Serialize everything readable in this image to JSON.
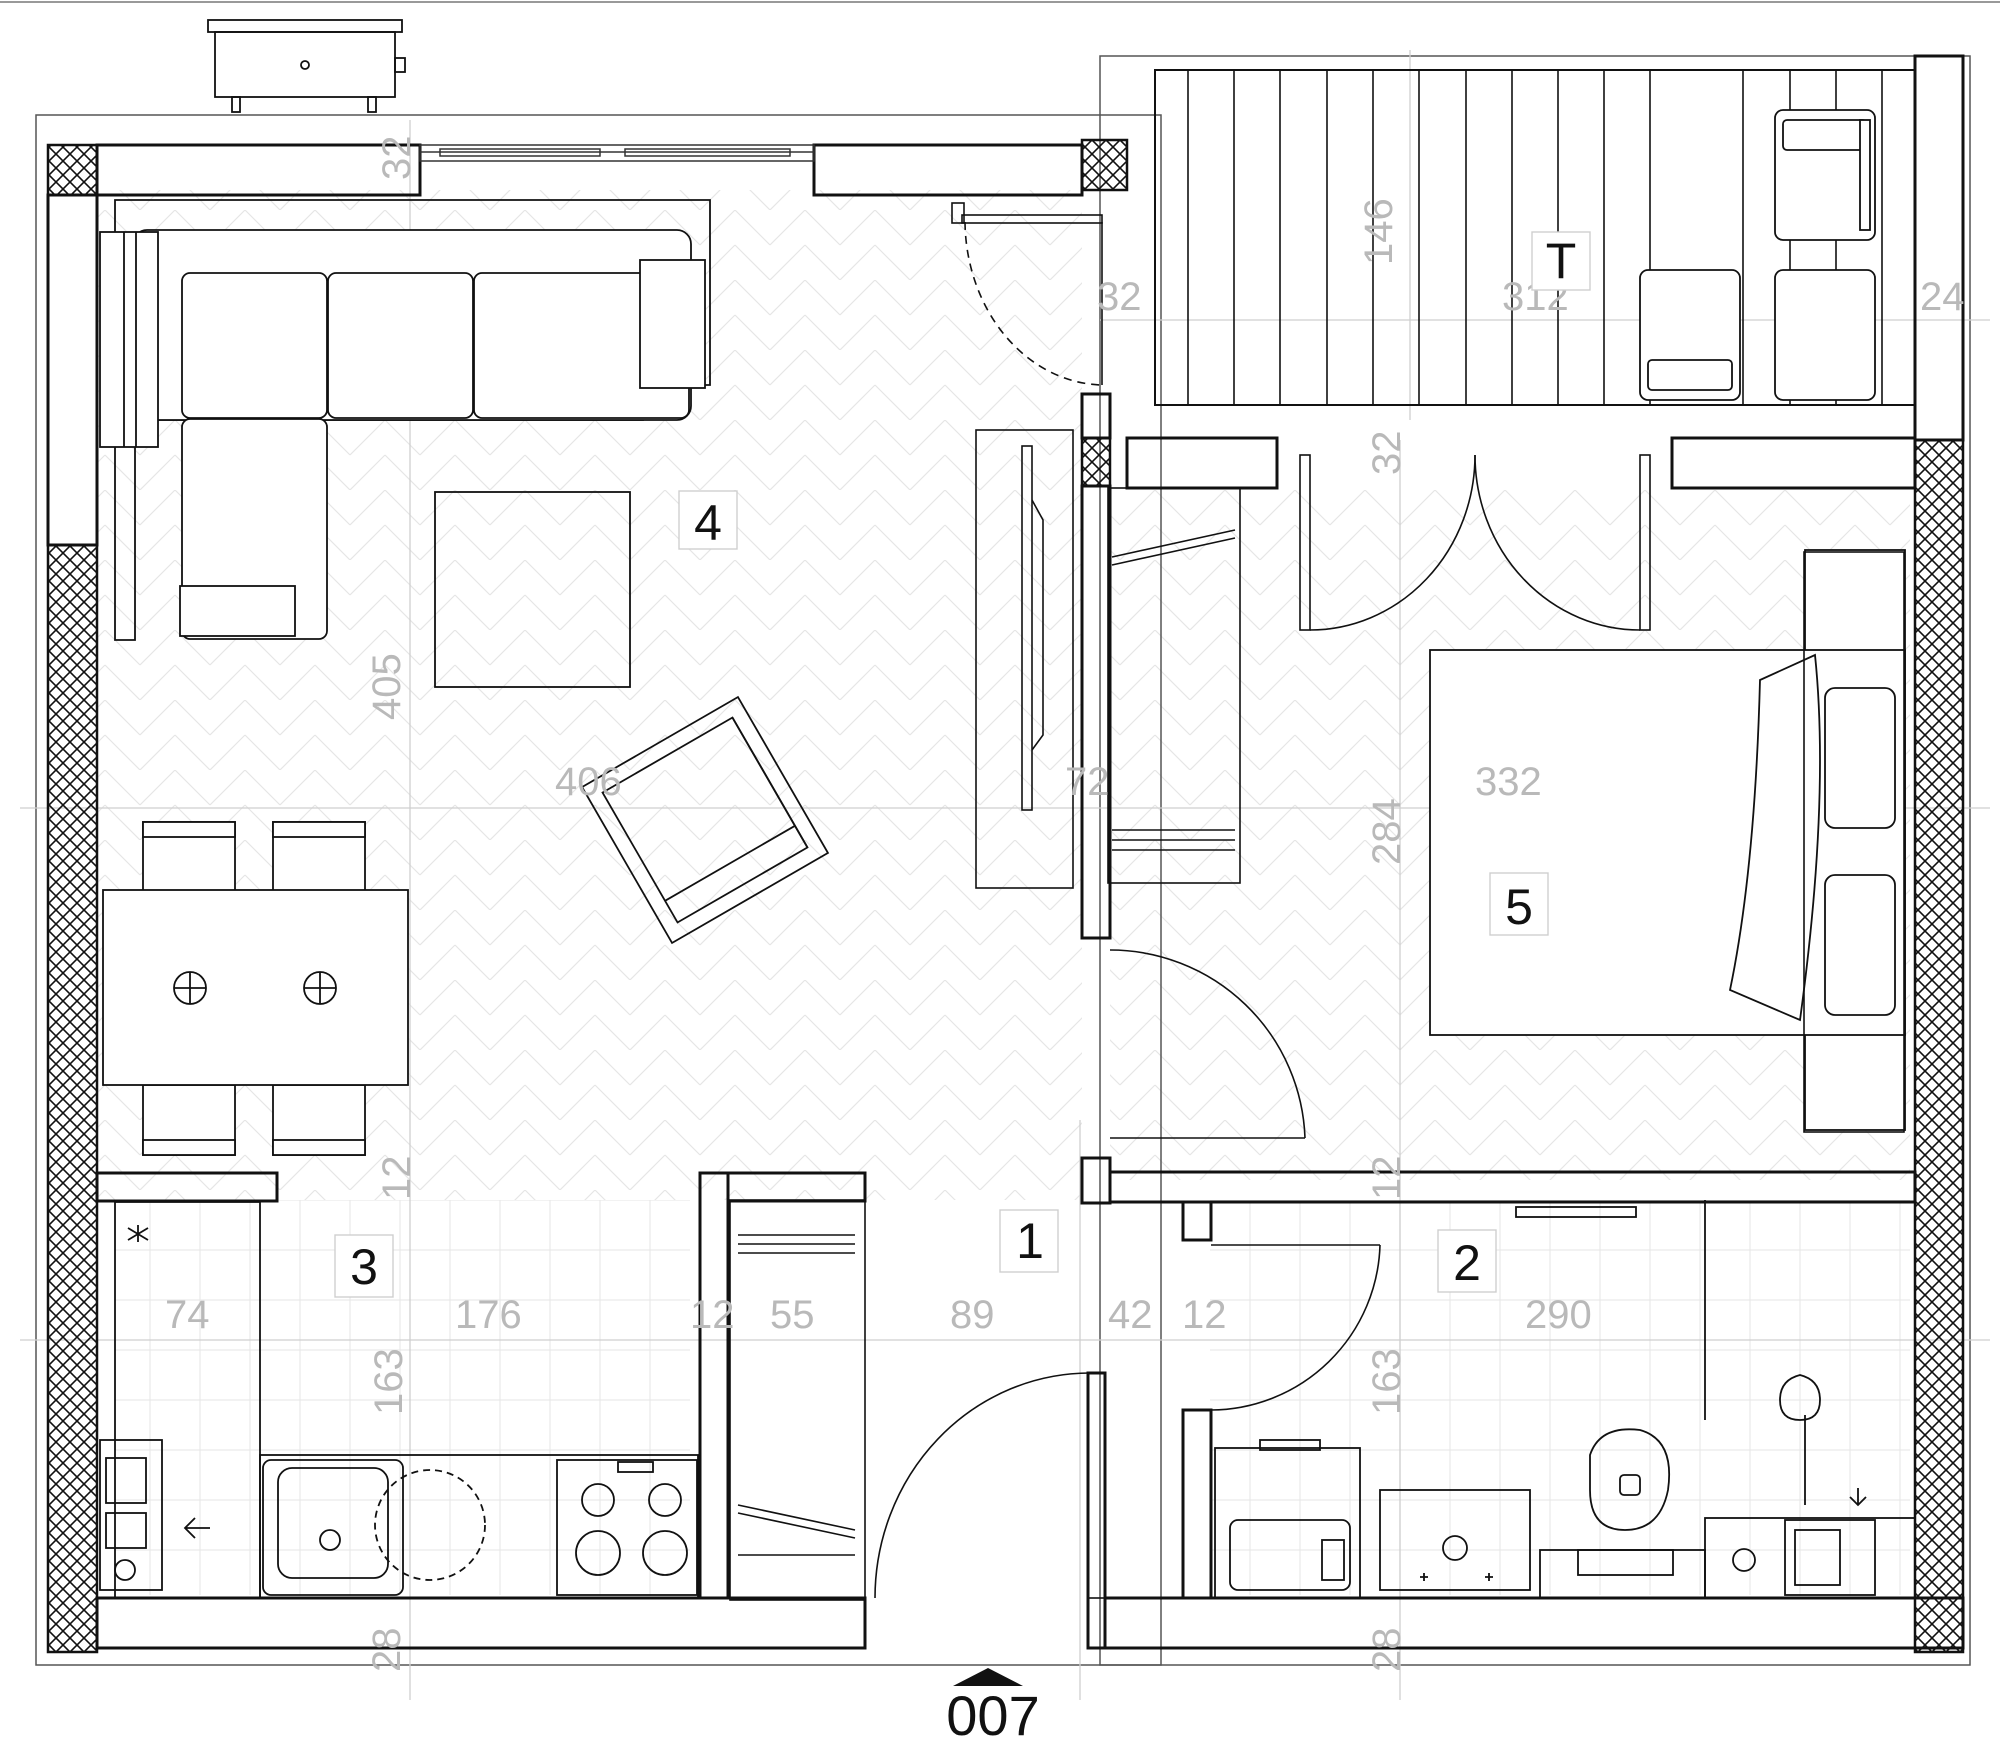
{
  "plan": {
    "apartment_code": "007",
    "rooms": [
      {
        "id": "1",
        "label": "1"
      },
      {
        "id": "2",
        "label": "2"
      },
      {
        "id": "3",
        "label": "3"
      },
      {
        "id": "4",
        "label": "4"
      },
      {
        "id": "5",
        "label": "5"
      },
      {
        "id": "T",
        "label": "T"
      }
    ],
    "dimensions": {
      "d32_top": "32",
      "d146": "146",
      "d32_terrace": "32",
      "d312": "312",
      "d24": "24",
      "d32_bed": "32",
      "d405": "405",
      "d406": "406",
      "d72": "72",
      "d284": "284",
      "d332": "332",
      "d12_left": "12",
      "d12_right": "12",
      "d74": "74",
      "d176": "176",
      "d12a": "12",
      "d55": "55",
      "d89": "89",
      "d42": "42",
      "d12b": "12",
      "d290": "290",
      "d163_left": "163",
      "d163_right": "163",
      "d28_left": "28",
      "d28_right": "28"
    },
    "colors": {
      "line": "#111111",
      "thin": "#555555",
      "light": "#d6d6d6",
      "dim_text": "#b9b9b9"
    }
  }
}
